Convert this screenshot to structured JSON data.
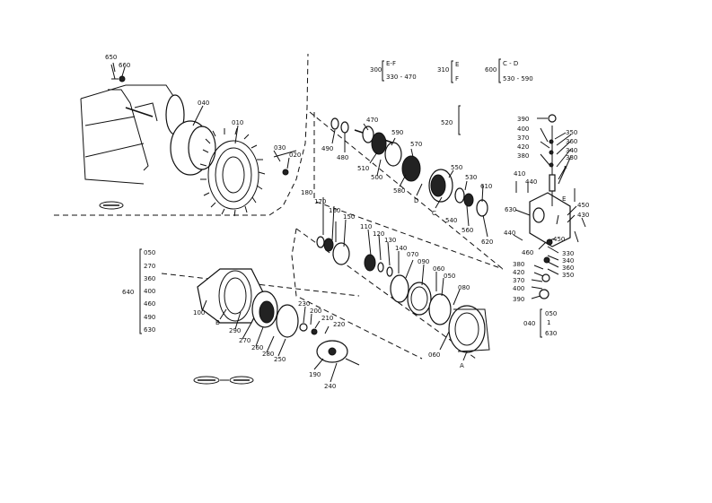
{
  "callouts": [
    {
      "id": "c650",
      "text": "650"
    },
    {
      "id": "c660",
      "text": "660"
    },
    {
      "id": "c040",
      "text": "040"
    },
    {
      "id": "c010",
      "text": "010"
    },
    {
      "id": "c030",
      "text": "030"
    },
    {
      "id": "c020",
      "text": "020"
    },
    {
      "id": "c470",
      "text": "470"
    },
    {
      "id": "c490",
      "text": "490"
    },
    {
      "id": "c480",
      "text": "480"
    },
    {
      "id": "c590",
      "text": "590"
    },
    {
      "id": "c510",
      "text": "510"
    },
    {
      "id": "c500",
      "text": "500"
    },
    {
      "id": "c570",
      "text": "570"
    },
    {
      "id": "c580",
      "text": "580"
    },
    {
      "id": "cD",
      "text": "D"
    },
    {
      "id": "c550",
      "text": "550"
    },
    {
      "id": "c530",
      "text": "530"
    },
    {
      "id": "cC",
      "text": "C"
    },
    {
      "id": "c610",
      "text": "610"
    },
    {
      "id": "c540",
      "text": "540"
    },
    {
      "id": "c560",
      "text": "560"
    },
    {
      "id": "c620",
      "text": "620"
    },
    {
      "id": "c520",
      "text": "520"
    },
    {
      "id": "c390a",
      "text": "390"
    },
    {
      "id": "c400a",
      "text": "400"
    },
    {
      "id": "c370a",
      "text": "370"
    },
    {
      "id": "c420a",
      "text": "420"
    },
    {
      "id": "c380a",
      "text": "380"
    },
    {
      "id": "c350a",
      "text": "350"
    },
    {
      "id": "c360a",
      "text": "360"
    },
    {
      "id": "c340a",
      "text": "340"
    },
    {
      "id": "c330a",
      "text": "330"
    },
    {
      "id": "cF",
      "text": "F"
    },
    {
      "id": "c410",
      "text": "410"
    },
    {
      "id": "c440a",
      "text": "440"
    },
    {
      "id": "c630",
      "text": "630"
    },
    {
      "id": "cE",
      "text": "E"
    },
    {
      "id": "c450a",
      "text": "450"
    },
    {
      "id": "c430",
      "text": "430"
    },
    {
      "id": "c440b",
      "text": "440"
    },
    {
      "id": "c460",
      "text": "460"
    },
    {
      "id": "c450b",
      "text": "450"
    },
    {
      "id": "c330b",
      "text": "330"
    },
    {
      "id": "c340b",
      "text": "340"
    },
    {
      "id": "c360b",
      "text": "360"
    },
    {
      "id": "c350b",
      "text": "350"
    },
    {
      "id": "c380b",
      "text": "380"
    },
    {
      "id": "c420b",
      "text": "420"
    },
    {
      "id": "c370b",
      "text": "370"
    },
    {
      "id": "c400b",
      "text": "400"
    },
    {
      "id": "c390b",
      "text": "390"
    },
    {
      "id": "c180",
      "text": "180"
    },
    {
      "id": "c170",
      "text": "170"
    },
    {
      "id": "c160",
      "text": "160"
    },
    {
      "id": "c150",
      "text": "150"
    },
    {
      "id": "c110",
      "text": "110"
    },
    {
      "id": "c120",
      "text": "120"
    },
    {
      "id": "c130",
      "text": "130"
    },
    {
      "id": "c140",
      "text": "140"
    },
    {
      "id": "c070",
      "text": "070"
    },
    {
      "id": "c090",
      "text": "090"
    },
    {
      "id": "c060a",
      "text": "060"
    },
    {
      "id": "c050a",
      "text": "050"
    },
    {
      "id": "c080a",
      "text": "080"
    },
    {
      "id": "c060b",
      "text": "060"
    },
    {
      "id": "cA",
      "text": "A"
    },
    {
      "id": "c100",
      "text": "100"
    },
    {
      "id": "cB",
      "text": "B"
    },
    {
      "id": "c290",
      "text": "290"
    },
    {
      "id": "c270",
      "text": "270"
    },
    {
      "id": "c260",
      "text": "260"
    },
    {
      "id": "c280",
      "text": "280"
    },
    {
      "id": "c250",
      "text": "250"
    },
    {
      "id": "c230",
      "text": "230"
    },
    {
      "id": "c200",
      "text": "200"
    },
    {
      "id": "c210",
      "text": "210"
    },
    {
      "id": "c220",
      "text": "220"
    },
    {
      "id": "c190",
      "text": "190"
    },
    {
      "id": "c240",
      "text": "240"
    }
  ],
  "groups": {
    "g300": {
      "key": "300",
      "items": [
        "E-F",
        "330 - 470"
      ]
    },
    "g310": {
      "key": "310",
      "items": [
        "E",
        "F"
      ]
    },
    "g600": {
      "key": "600",
      "items": [
        "C - D",
        "530 - 590"
      ]
    },
    "g640": {
      "key": "640",
      "items": [
        "050",
        "270",
        "360",
        "400",
        "460",
        "490",
        "630"
      ]
    },
    "g040": {
      "key": "040",
      "items": [
        "050",
        "1",
        "630"
      ]
    }
  },
  "stamps": {
    "stamp1": "",
    "stamp2": ""
  }
}
